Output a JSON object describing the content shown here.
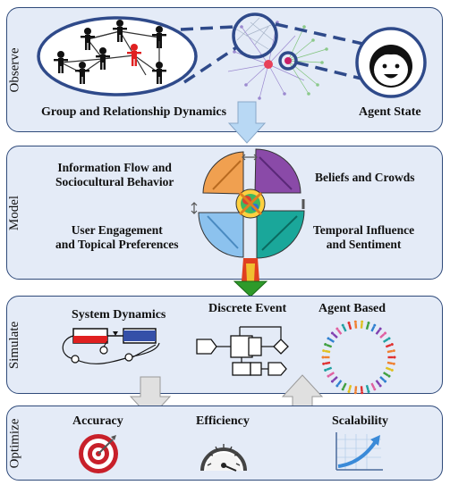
{
  "observe": {
    "label": "Observe",
    "group_caption": "Group and Relationship Dynamics",
    "agent_caption": "Agent State"
  },
  "model": {
    "label": "Model",
    "top_left": "Information Flow and\nSociocultural Behavior",
    "top_right": "Beliefs and Crowds",
    "bottom_left": "User Engagement\nand Topical Preferences",
    "bottom_right": "Temporal Influence\nand Sentiment",
    "colors": {
      "orange": "#f0a050",
      "purple": "#8a4aa8",
      "blue": "#8cc2ee",
      "teal": "#1aa79a"
    }
  },
  "simulate": {
    "label": "Simulate",
    "items": [
      "System Dynamics",
      "Discrete Event",
      "Agent Based"
    ]
  },
  "optimize": {
    "label": "Optimize",
    "items": [
      "Accuracy",
      "Efficiency",
      "Scalability"
    ]
  },
  "colors": {
    "panel_bg": "#e4ebf7",
    "border": "#2f4a7a",
    "accent_red": "#e02020",
    "arrow_blue": "#b8d8f4"
  }
}
